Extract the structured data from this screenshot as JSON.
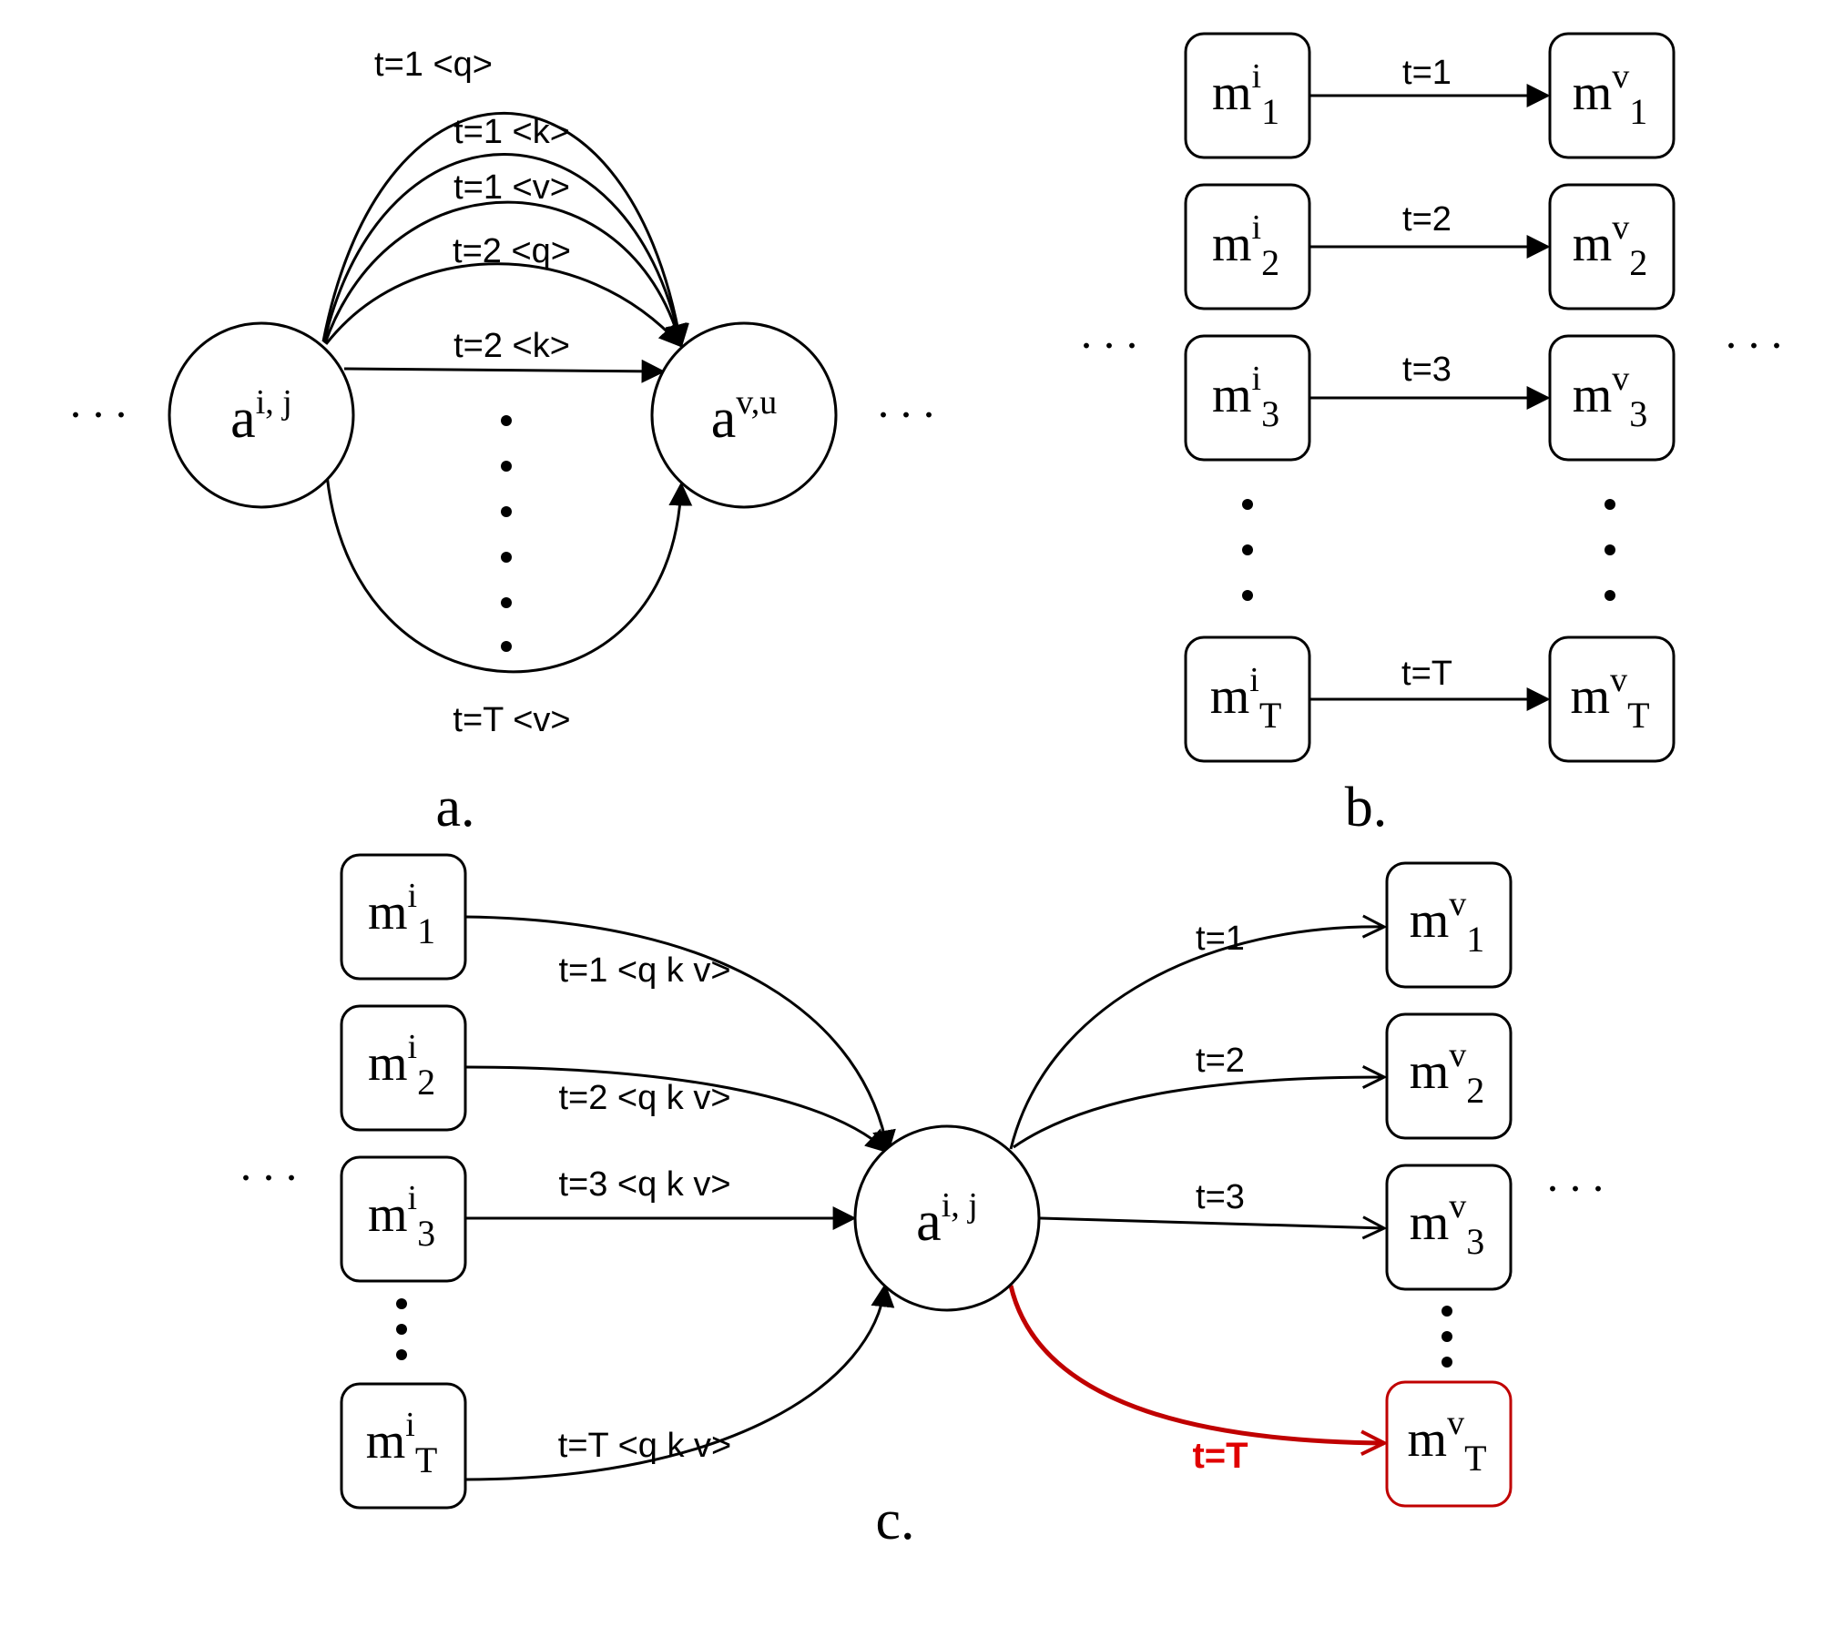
{
  "panels": {
    "a": {
      "caption": "a.",
      "source_node": {
        "base": "a",
        "sup": "i, j"
      },
      "target_node": {
        "base": "a",
        "sup": "v,u"
      },
      "edge_labels": [
        "t=1 <q>",
        "t=1 <k>",
        "t=1 <v>",
        "t=2 <q>",
        "t=2 <k>",
        "t=T <v>"
      ],
      "ellipsis": ". . ."
    },
    "b": {
      "caption": "b.",
      "rows": [
        {
          "left": {
            "base": "m",
            "sup": "i",
            "sub": "1"
          },
          "right": {
            "base": "m",
            "sup": "v",
            "sub": "1"
          },
          "label": "t=1"
        },
        {
          "left": {
            "base": "m",
            "sup": "i",
            "sub": "2"
          },
          "right": {
            "base": "m",
            "sup": "v",
            "sub": "2"
          },
          "label": "t=2"
        },
        {
          "left": {
            "base": "m",
            "sup": "i",
            "sub": "3"
          },
          "right": {
            "base": "m",
            "sup": "v",
            "sub": "3"
          },
          "label": "t=3"
        },
        {
          "left": {
            "base": "m",
            "sup": "i",
            "sub": "T"
          },
          "right": {
            "base": "m",
            "sup": "v",
            "sub": "T"
          },
          "label": "t=T"
        }
      ],
      "ellipsis": ". . ."
    },
    "c": {
      "caption": "c.",
      "center_node": {
        "base": "a",
        "sup": "i, j"
      },
      "inputs": [
        {
          "node": {
            "base": "m",
            "sup": "i",
            "sub": "1"
          },
          "label": "t=1 <q k v>"
        },
        {
          "node": {
            "base": "m",
            "sup": "i",
            "sub": "2"
          },
          "label": "t=2 <q k v>"
        },
        {
          "node": {
            "base": "m",
            "sup": "i",
            "sub": "3"
          },
          "label": "t=3 <q k v>"
        },
        {
          "node": {
            "base": "m",
            "sup": "i",
            "sub": "T"
          },
          "label": "t=T <q k v>"
        }
      ],
      "outputs": [
        {
          "node": {
            "base": "m",
            "sup": "v",
            "sub": "1"
          },
          "label": "t=1"
        },
        {
          "node": {
            "base": "m",
            "sup": "v",
            "sub": "2"
          },
          "label": "t=2"
        },
        {
          "node": {
            "base": "m",
            "sup": "v",
            "sub": "3"
          },
          "label": "t=3"
        },
        {
          "node": {
            "base": "m",
            "sup": "v",
            "sub": "T"
          },
          "label": "t=T",
          "highlight": true
        }
      ],
      "highlight_color": "#c00000",
      "ellipsis": ". . ."
    }
  }
}
